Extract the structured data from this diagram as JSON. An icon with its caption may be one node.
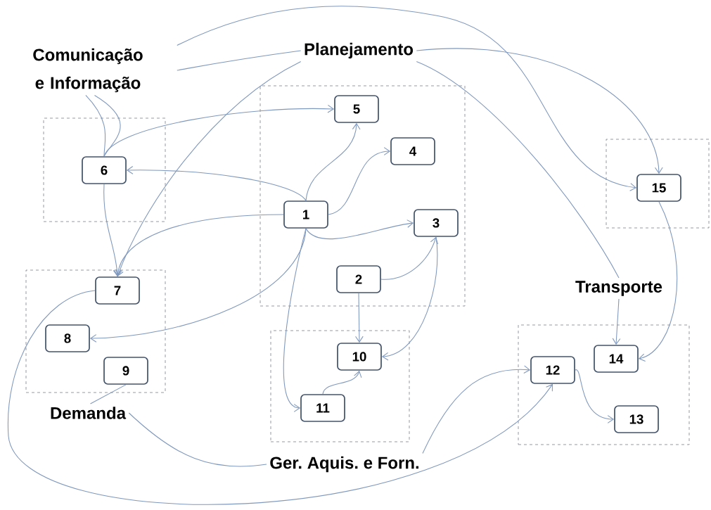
{
  "diagram": {
    "nodes": [
      {
        "text": [
          "Comunicação e Informação"
        ]
      },
      {
        "text": [
          "Planejamento"
        ]
      },
      {
        "text": [],
        "shape": "box"
      },
      {
        "text": [
          "6"
        ],
        "in": 2
      },
      {
        "text": [],
        "shape": "box"
      },
      {
        "text": [
          "5"
        ],
        "in": 4
      },
      {
        "text": [
          "4"
        ],
        "in": 4
      },
      {
        "text": [
          "1"
        ],
        "in": 4
      },
      {
        "text": [
          "3"
        ],
        "in": 4
      },
      {
        "text": [
          "2"
        ],
        "in": 4
      },
      {
        "text": [],
        "shape": "box"
      },
      {
        "text": [
          "15"
        ],
        "in": 10
      },
      {
        "text": [
          "Transporte"
        ]
      },
      {
        "text": [],
        "shape": "box"
      },
      {
        "text": [
          "7"
        ],
        "in": 13
      },
      {
        "text": [
          "8"
        ],
        "in": 13
      },
      {
        "text": [
          "9"
        ],
        "in": 13
      },
      {
        "text": [],
        "shape": "box"
      },
      {
        "text": [
          "10"
        ],
        "in": 17
      },
      {
        "text": [
          "11"
        ],
        "in": 17
      },
      {
        "text": [],
        "shape": "box"
      },
      {
        "text": [
          "14"
        ],
        "in": 20
      },
      {
        "text": [
          "12"
        ],
        "in": 20
      },
      {
        "text": [
          "13"
        ],
        "in": 20
      },
      {
        "text": [
          "Demanda"
        ]
      },
      {
        "text": [
          "Ger. Aquis. e Forn."
        ]
      }
    ],
    "edges": [
      {
        "from": 7,
        "to": 5,
        "arrow": "to"
      },
      {
        "from": 7,
        "to": 6,
        "arrow": "to"
      },
      {
        "from": 7,
        "to": 8,
        "arrow": "to"
      },
      {
        "from": 7,
        "to": 3,
        "arrow": "to"
      },
      {
        "from": 7,
        "to": 14,
        "arrow": "to"
      },
      {
        "from": 7,
        "to": 15,
        "arrow": "to"
      },
      {
        "from": 7,
        "to": 19,
        "arrow": "to"
      },
      {
        "from": 9,
        "to": 8,
        "arrow": "to"
      },
      {
        "from": 9,
        "to": 18,
        "arrow": "to"
      },
      {
        "from": 8,
        "to": 18,
        "arrow": "to"
      },
      {
        "from": 19,
        "to": 18,
        "arrow": "to"
      },
      {
        "from": 3,
        "to": 5,
        "arrow": "to"
      },
      {
        "from": 3,
        "to": 14,
        "arrow": "to"
      },
      {
        "from": 0,
        "to": 3,
        "arrow": "none"
      },
      {
        "from": 0,
        "to": 3,
        "arrow": "none"
      },
      {
        "from": 1,
        "to": 0,
        "arrow": "none"
      },
      {
        "from": 1,
        "to": 14,
        "arrow": "to"
      },
      {
        "from": 0,
        "to": 11,
        "arrow": "to"
      },
      {
        "from": 1,
        "to": 11,
        "arrow": "to"
      },
      {
        "from": 1,
        "to": 12,
        "arrow": "none"
      },
      {
        "from": 12,
        "to": 21,
        "arrow": "to"
      },
      {
        "from": 11,
        "to": 21,
        "arrow": "to"
      },
      {
        "from": 22,
        "to": 23,
        "arrow": "to"
      },
      {
        "from": 14,
        "to": 22,
        "arrow": "to"
      },
      {
        "from": 16,
        "to": 24,
        "arrow": "none"
      },
      {
        "from": 24,
        "to": 25,
        "arrow": "none"
      },
      {
        "from": 25,
        "to": 22,
        "arrow": "to"
      }
    ]
  }
}
